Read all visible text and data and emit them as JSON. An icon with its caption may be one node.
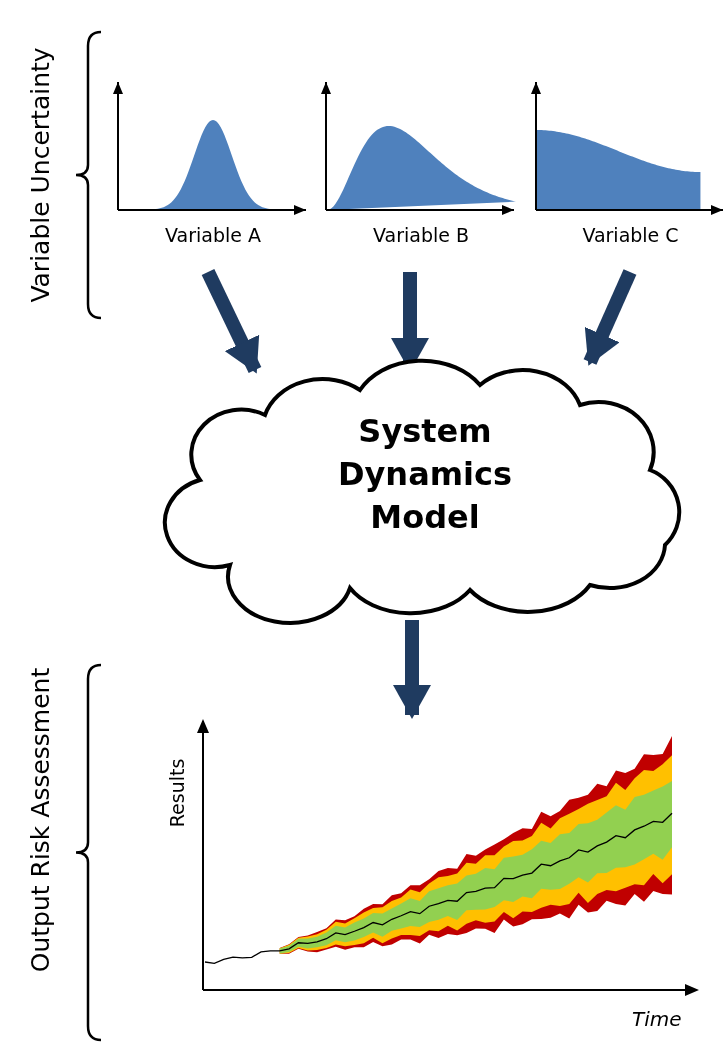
{
  "diagram": {
    "nodes": [
      {
        "text": [
          "Variable A"
        ]
      },
      {
        "text": [
          "Variable B"
        ]
      },
      {
        "text": [
          "Variable C"
        ]
      },
      {
        "text": [
          "System Dynamics Model"
        ]
      },
      {
        "text": [
          "Results",
          "Time"
        ]
      }
    ],
    "edges": [
      {
        "from": 0,
        "to": 3,
        "arrow": "to"
      },
      {
        "from": 1,
        "to": 3,
        "arrow": "to"
      },
      {
        "from": 2,
        "to": 3,
        "arrow": "to"
      },
      {
        "from": 3,
        "to": 4,
        "arrow": "to"
      }
    ],
    "labels": [
      "Variable Uncertainty",
      "Output Risk Assessment"
    ]
  }
}
